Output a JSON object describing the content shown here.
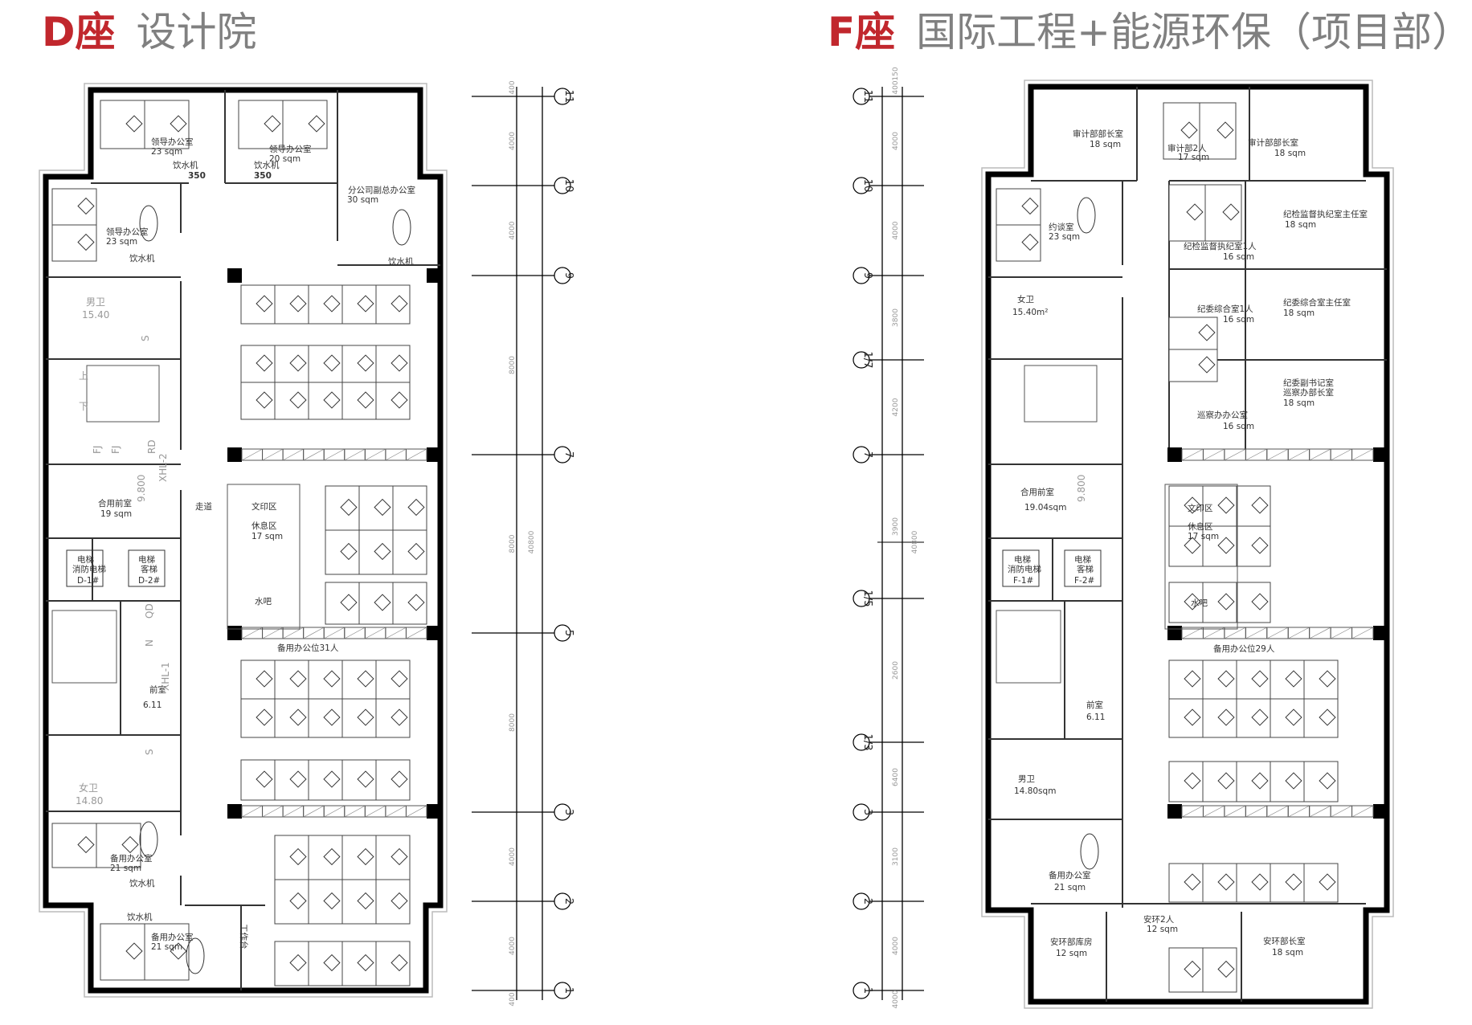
{
  "d_block": {
    "code": "D座",
    "name": "设计院",
    "rooms": [
      {
        "name": "领导办公室",
        "area": "23 sqm"
      },
      {
        "name": "领导办公室",
        "area": "20 sqm"
      },
      {
        "name": "分公司副总办公室",
        "area": "30 sqm"
      },
      {
        "name": "领导办公室",
        "area": "23 sqm"
      },
      {
        "name": "男卫",
        "area": "15.40"
      },
      {
        "name": "合用前室",
        "area": "19 sqm"
      },
      {
        "name": "休息区",
        "area": "17 sqm"
      },
      {
        "name": "前室",
        "area": "6.11"
      },
      {
        "name": "女卫",
        "area": "14.80"
      },
      {
        "name": "备用办公室",
        "area": "21 sqm"
      },
      {
        "name": "备用办公室",
        "area": "21 sqm"
      }
    ],
    "water_dispenser": "饮水机",
    "dim_350": "350",
    "corridor": "走道",
    "print_area": "文印区",
    "water_bar": "水吧",
    "spare_seats": "备用办公位31人",
    "workbench": "工作台",
    "level": "9.800",
    "elevators": [
      {
        "l1": "电梯",
        "l2": "消防电梯",
        "id": "D-1#"
      },
      {
        "l1": "电梯",
        "l2": "客梯",
        "id": "D-2#"
      }
    ],
    "shafts": [
      "S",
      "FJ",
      "FJ",
      "RD",
      "QD",
      "N",
      "S",
      "XHL-2",
      "XHL-1"
    ],
    "stair": [
      "上",
      "下"
    ],
    "axes": [
      "11",
      "10",
      "9",
      "7",
      "5",
      "3",
      "2",
      "1"
    ],
    "dims": [
      "400",
      "4000",
      "4000",
      "8000",
      "8000",
      "8000",
      "4000",
      "4000",
      "400"
    ],
    "total": "40800"
  },
  "f_block": {
    "code": "F座",
    "name": "国际工程+能源环保（项目部）",
    "rooms": [
      {
        "name": "审计部部长室",
        "area": "18 sqm"
      },
      {
        "name": "审计部2人",
        "area": "17 sqm"
      },
      {
        "name": "审计部部长室",
        "area": "18 sqm"
      },
      {
        "name": "约谈室",
        "area": "23 sqm"
      },
      {
        "name": "纪检监督执纪室1人",
        "area": "16 sqm"
      },
      {
        "name": "纪检监督执纪室主任室",
        "area": "18 sqm"
      },
      {
        "name": "女卫",
        "area": "15.40m²"
      },
      {
        "name": "纪委综合室1人",
        "area": "16 sqm"
      },
      {
        "name": "纪委综合室主任室",
        "area": "18 sqm"
      },
      {
        "name": "纪委副书记室",
        "name2": "巡察办部长室",
        "area": "18 sqm"
      },
      {
        "name": "巡察办办公室",
        "area": "16 sqm"
      },
      {
        "name": "合用前室",
        "area": "19.04sqm"
      },
      {
        "name": "休息区",
        "area": "17 sqm"
      },
      {
        "name": "前室",
        "area": "6.11"
      },
      {
        "name": "男卫",
        "area": "14.80sqm"
      },
      {
        "name": "备用办公室",
        "area": "21 sqm"
      },
      {
        "name": "安环部库房",
        "area": "12 sqm"
      },
      {
        "name": "安环2人",
        "area": "12 sqm"
      },
      {
        "name": "安环部长室",
        "area": "18 sqm"
      }
    ],
    "print_area": "文印区",
    "water_bar": "水吧",
    "spare_seats": "备用办公位29人",
    "level": "9.800",
    "elevators": [
      {
        "l1": "电梯",
        "l2": "消防电梯",
        "id": "F-1#"
      },
      {
        "l1": "电梯",
        "l2": "客梯",
        "id": "F-2#"
      }
    ],
    "axes": [
      "11",
      "10",
      "9",
      "1/7",
      "7",
      "1/5",
      "1/3",
      "3",
      "2",
      "1"
    ],
    "dims": [
      "150",
      "400",
      "4000",
      "4000",
      "3800",
      "4200",
      "3900",
      "2600",
      "6400",
      "3100",
      "4000",
      "4000",
      "400"
    ],
    "total": "40800"
  }
}
